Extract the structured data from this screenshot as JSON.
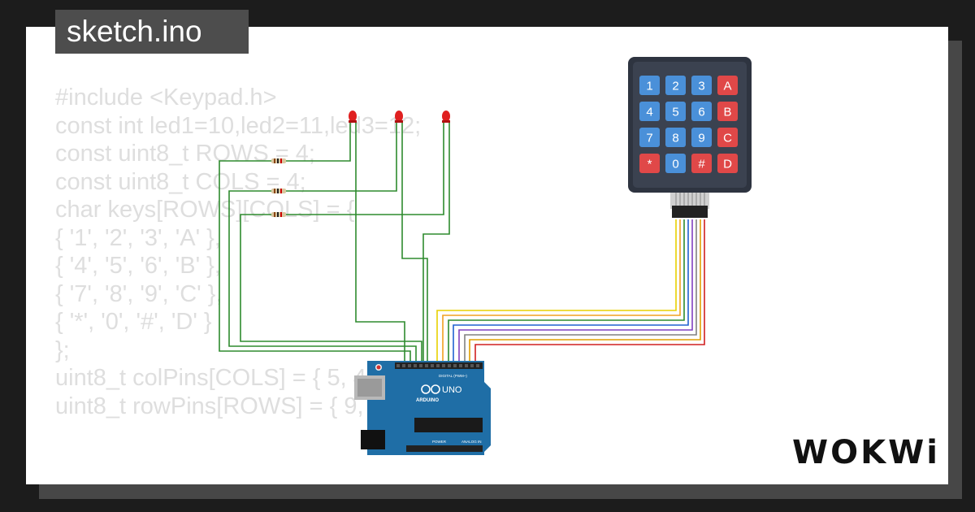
{
  "tab": {
    "filename": "sketch.ino"
  },
  "code_lines": [
    "#include <Keypad.h>",
    "const int led1=10,led2=11,led3=12;",
    "const uint8_t ROWS = 4;",
    "const uint8_t COLS = 4;",
    "char keys[ROWS][COLS] = {",
    "{ '1', '2', '3', 'A' },",
    "{ '4', '5', '6', 'B' },",
    "{ '7', '8', '9', 'C' },",
    "{ '*', '0', '#', 'D' }",
    "};",
    "uint8_t colPins[COLS] = { 5, 4, 3, 2 };",
    "uint8_t rowPins[ROWS] = { 9, 8, 7, 6 };"
  ],
  "keypad": {
    "keys": [
      [
        "1",
        "2",
        "3",
        "A"
      ],
      [
        "4",
        "5",
        "6",
        "B"
      ],
      [
        "7",
        "8",
        "9",
        "C"
      ],
      [
        "*",
        "0",
        "#",
        "D"
      ]
    ],
    "digit_color": "#4a90d9",
    "letter_color": "#e04848",
    "body_color": "#2e3440"
  },
  "arduino": {
    "brand": "ARDUINO",
    "model": "UNO",
    "header_label": "DIGITAL (PWM~)",
    "analog_label": "ANALOG IN",
    "power_label": "POWER",
    "board_color": "#1f6ea6"
  },
  "wire_colors": {
    "led": "#2e8b2e",
    "keypad": [
      "#e8d000",
      "#f0a020",
      "#2e8b2e",
      "#2060d0",
      "#8040c0",
      "#808080",
      "#e0a000",
      "#d02020"
    ]
  },
  "brand_logo": "WOKWi"
}
